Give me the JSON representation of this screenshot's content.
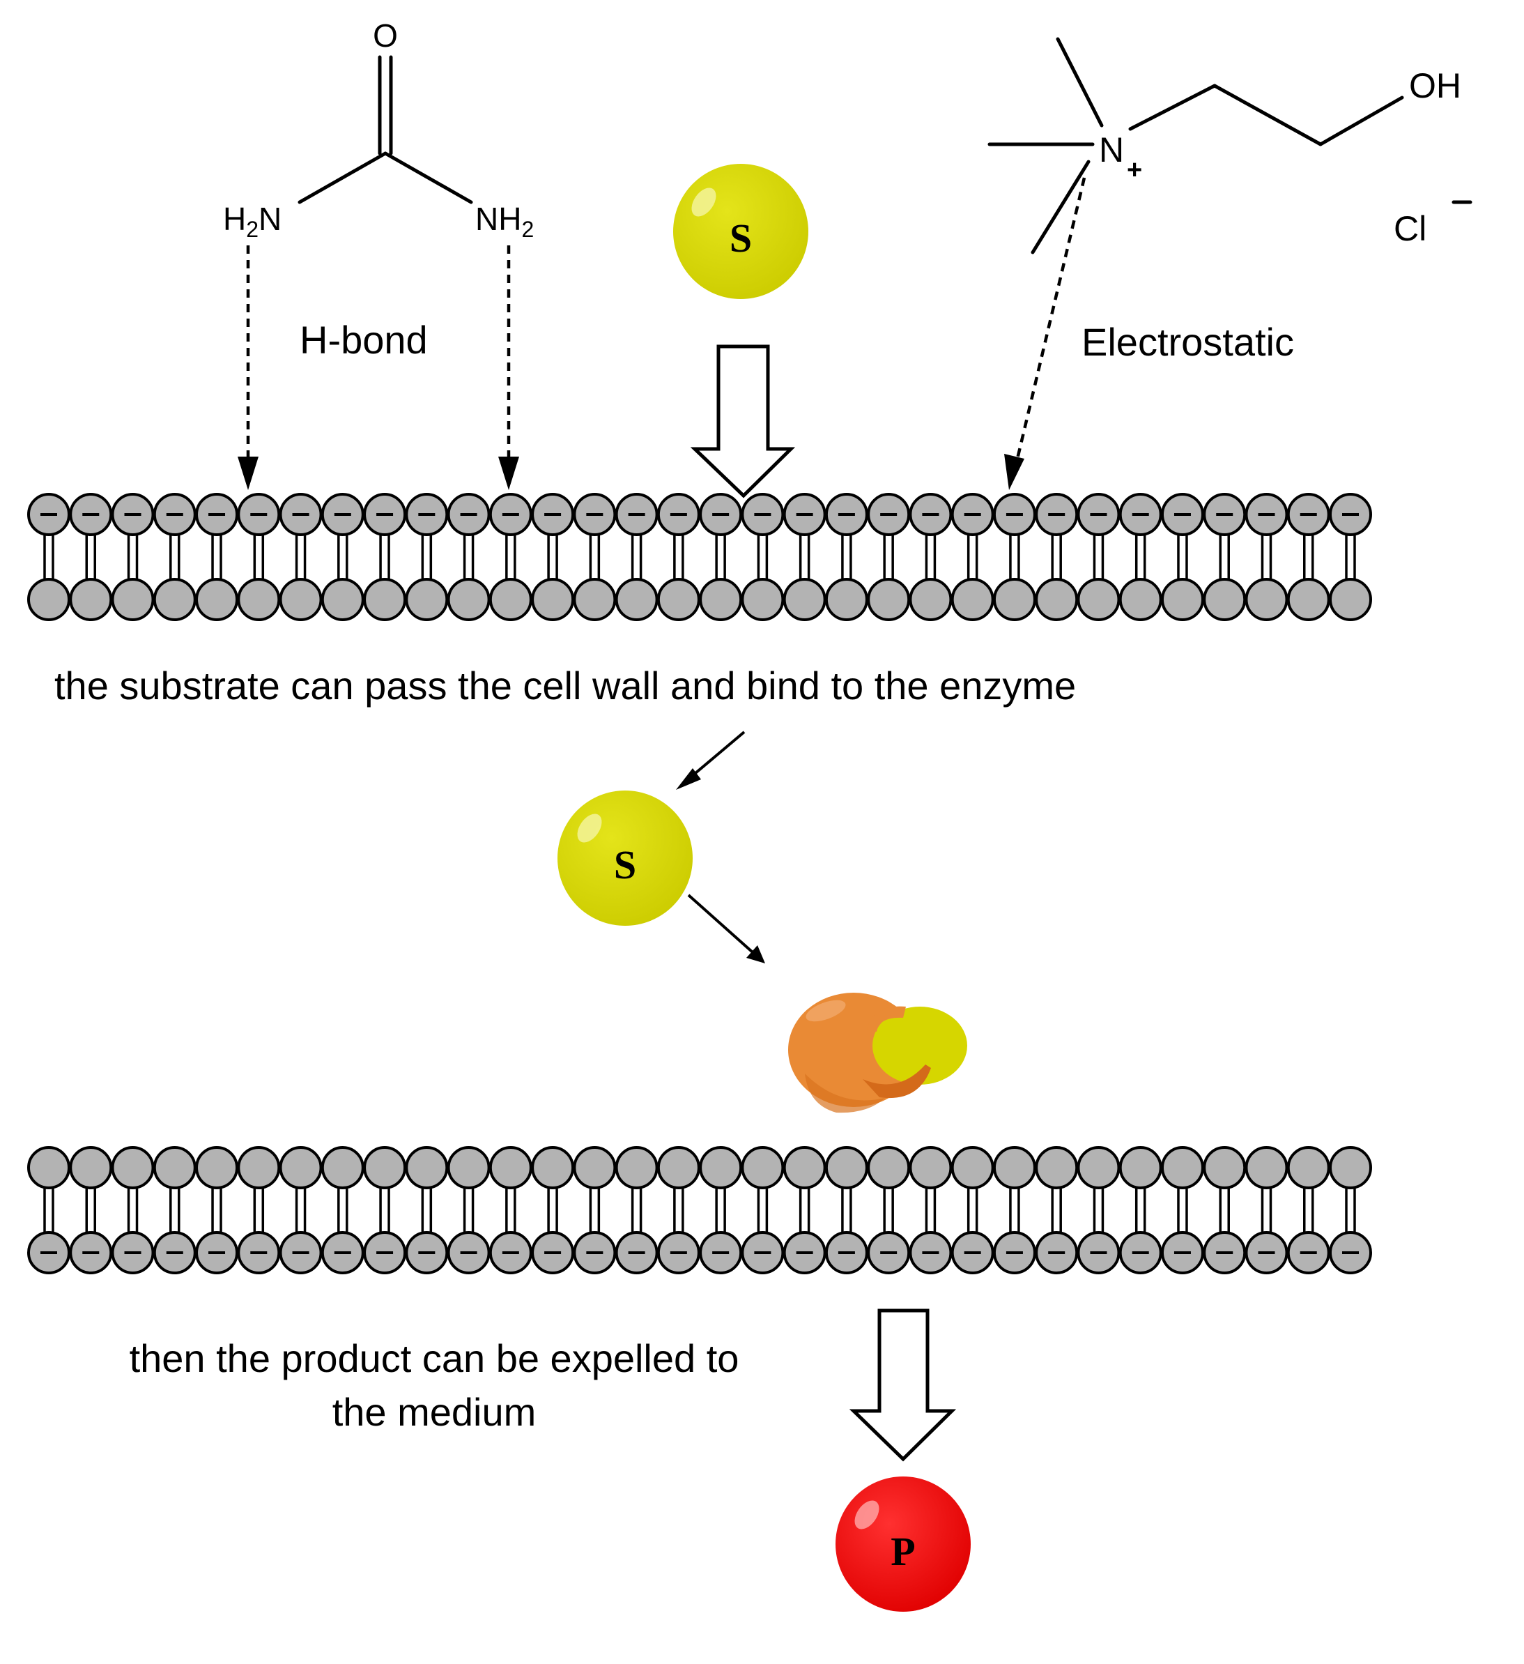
{
  "urea": {
    "o_label": "O",
    "nh2_left_base": "H",
    "nh2_left_sub": "2",
    "nh2_left_tail": "N",
    "nh2_right_base": "NH",
    "nh2_right_sub": "2"
  },
  "choline": {
    "n_label": "N",
    "charge_plus": "+",
    "oh_label": "OH",
    "cl_label": "Cl",
    "charge_minus": "−"
  },
  "interaction_labels": {
    "hbond": "H-bond",
    "electrostatic": "Electrostatic"
  },
  "species": {
    "substrate_top": "S",
    "substrate_mid": "S",
    "product": "P"
  },
  "captions": {
    "pass_wall": "the substrate can pass the cell wall and bind to the enzyme",
    "expel_line1": "then the product can be expelled to",
    "expel_line2": "the medium"
  },
  "membranes": {
    "lipid_count": 32,
    "upper_charged_side": "top",
    "lower_charged_side": "bottom"
  },
  "colors": {
    "substrate": "#d6d600",
    "product": "#ee1111",
    "enzyme": "#e98a35",
    "lipid_head": "#b3b3b3"
  }
}
